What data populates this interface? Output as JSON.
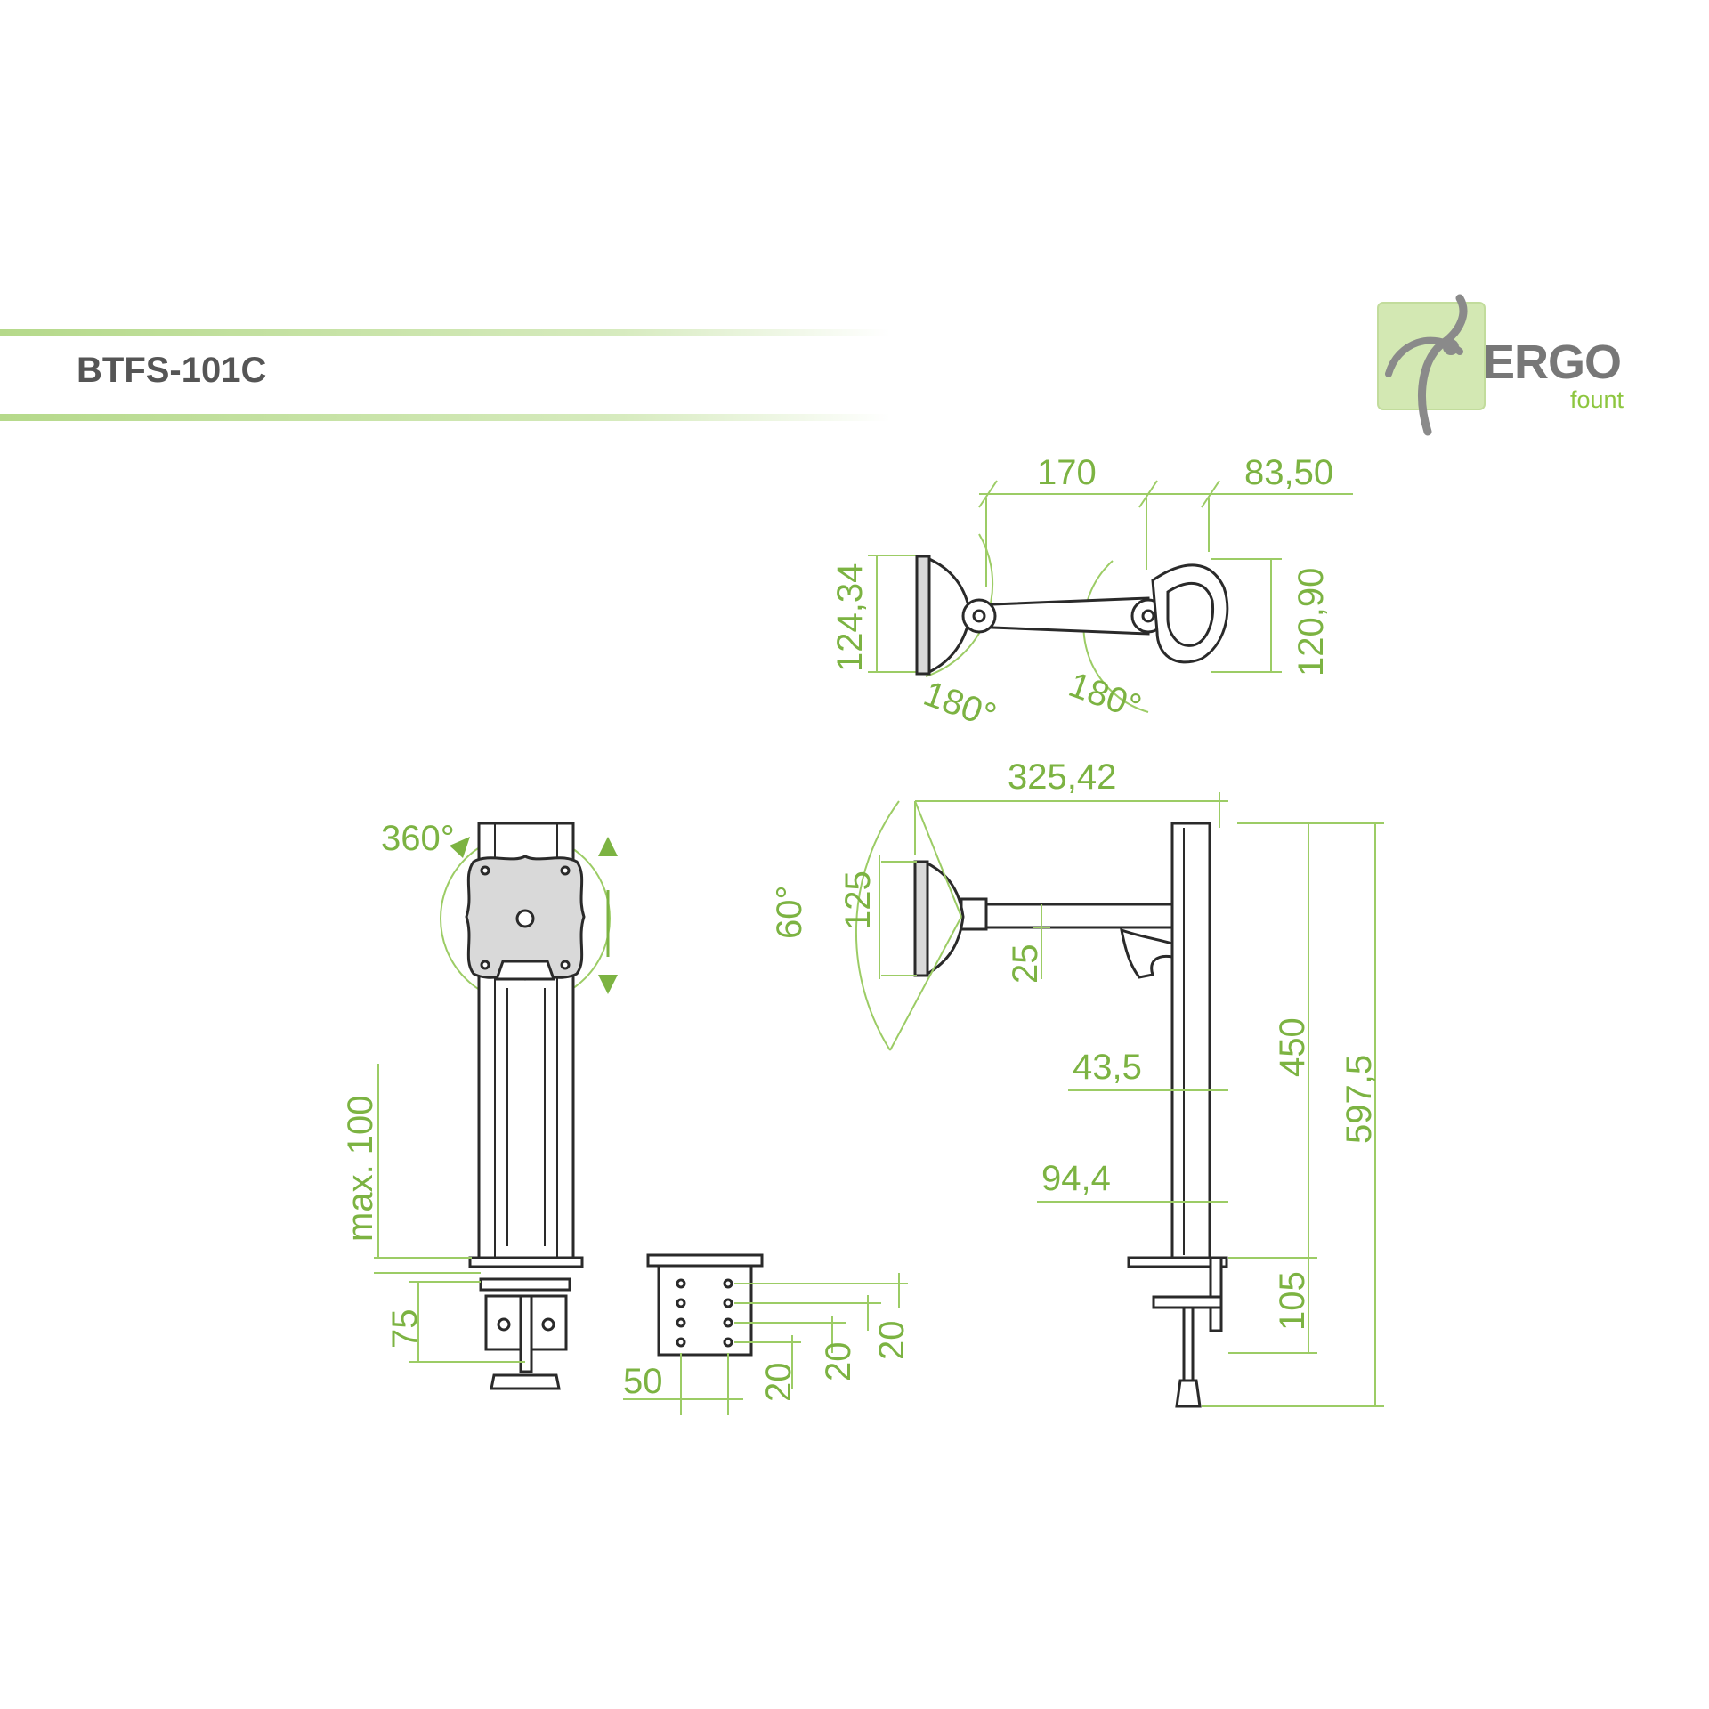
{
  "header": {
    "model": "BTFS-101C"
  },
  "logo": {
    "word": "ERGO",
    "sub": "fount",
    "accent_color": "#8dc63f",
    "text_color": "#777777"
  },
  "colors": {
    "dimension": "#7cb342",
    "dimension_line": "#9ccc65",
    "part_outline": "#2a2a2a"
  },
  "top_view": {
    "width_arm": "170",
    "width_end": "83,50",
    "height_left": "124,34",
    "height_right": "120,90",
    "angle_left": "180°",
    "angle_right": "180°"
  },
  "front_view": {
    "rotation": "360°",
    "height_adjust": "max. 100",
    "clamp": "75"
  },
  "grommet_view": {
    "width": "50",
    "step_1": "20",
    "step_2": "20",
    "step_3": "20"
  },
  "side_view": {
    "reach": "325,42",
    "tilt": "60°",
    "plate_height": "125",
    "arm_thickness": "25",
    "pole_width": "43,5",
    "base_depth": "94,4",
    "pole_height": "450",
    "total_height": "597,5",
    "clamp_height": "105"
  }
}
